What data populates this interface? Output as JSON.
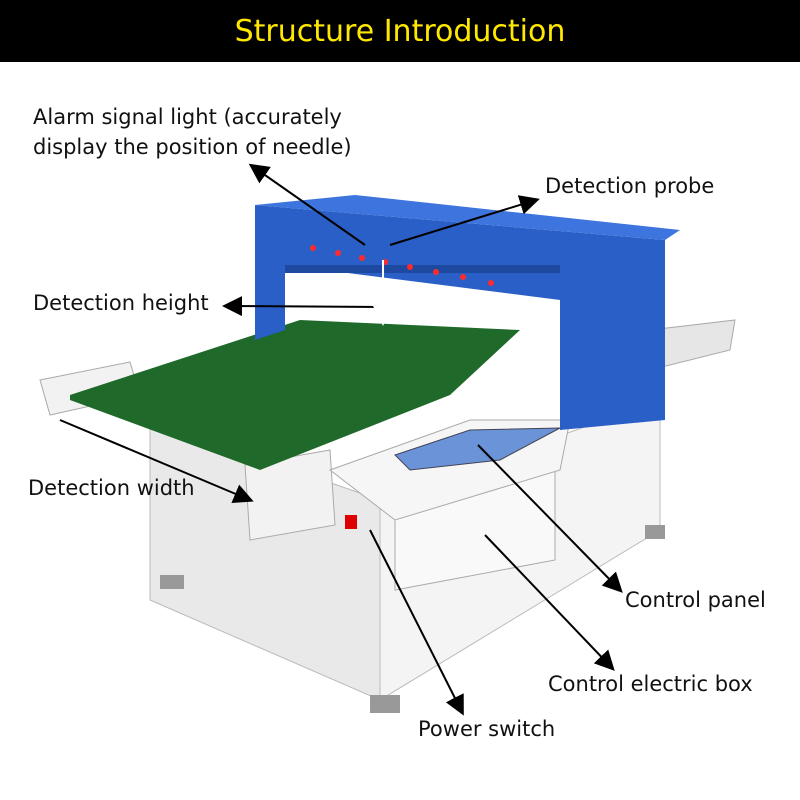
{
  "header": {
    "title": "Structure Introduction"
  },
  "labels": {
    "alarm_line1": "Alarm signal light (accurately",
    "alarm_line2": "display the position of needle)",
    "detection_probe": "Detection probe",
    "detection_height": "Detection height",
    "detection_width": "Detection width",
    "control_panel": "Control panel",
    "control_electric_box": "Control electric box",
    "power_switch": "Power switch"
  },
  "colors": {
    "header_bg": "#000000",
    "title": "#ffe800",
    "frame": "#2a5fc8",
    "belt": "#1f6a2a",
    "cabinet": "#eeeeee"
  }
}
